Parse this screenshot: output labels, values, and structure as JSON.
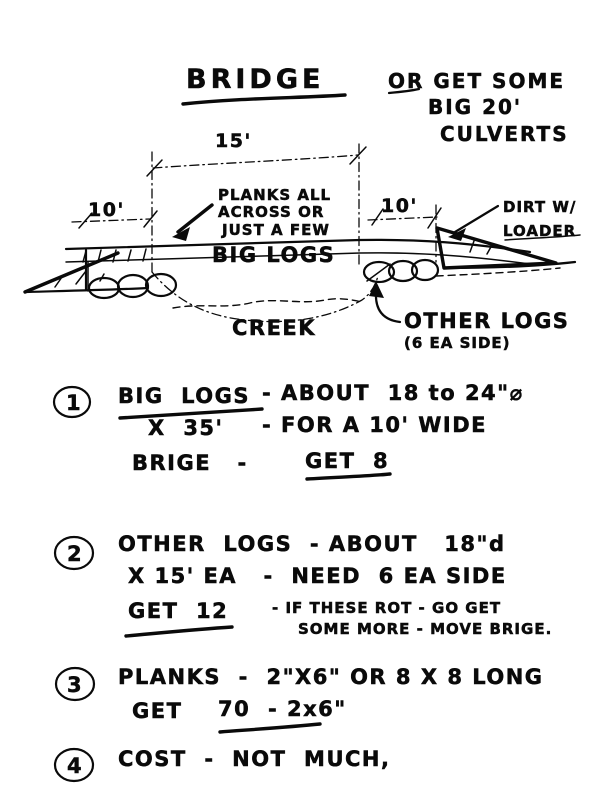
{
  "sheet": {
    "kind": "hand-drawn-plan",
    "ink_color": "#0a0a0a",
    "paper_color": "#ffffff"
  },
  "header": {
    "title": "BRIDGE",
    "alt_note_line1": "OR GET SOME",
    "alt_note_line2": "BIG 20'",
    "alt_note_line3": "CULVERTS"
  },
  "diagram": {
    "dimensions": {
      "span_top": "15'",
      "left_depth": "10'",
      "right_depth": "10'"
    },
    "labels": {
      "planks_line1": "PLANKS ALL",
      "planks_line2": "ACROSS OR",
      "planks_line3": "JUST A FEW",
      "big_logs": "BIG LOGS",
      "creek": "CREEK",
      "dirt_line1": "DIRT W/",
      "dirt_line2": "LOADER",
      "other_logs_line1": "OTHER LOGS",
      "other_logs_line2": "(6 EA SIDE)"
    }
  },
  "notes": [
    {
      "number": "1",
      "lines": [
        "BIG LOGS - ABOUT 18 to 24\"⌀",
        "X 35' - FOR A 10' WIDE",
        "BRIGE - GET 8"
      ]
    },
    {
      "number": "2",
      "lines": [
        "OTHER LOGS - ABOUT 18\"d",
        "X 15' EA - NEED 6 EA SIDE",
        "GET 12 - IF THESE ROT - GO GET",
        "SOME MORE - MOVE BRIGE."
      ]
    },
    {
      "number": "3",
      "lines": [
        "PLANKS - 2\"X6\" OR 8 X 8 LONG",
        "GET 70 - 2x6\""
      ]
    },
    {
      "number": "4",
      "lines": [
        "COST - NOT MUCH,"
      ]
    }
  ],
  "note_fragments": {
    "n1_big_logs": "BIG  LOGS",
    "n1_about": "- ABOUT  18 to 24\"⌀",
    "n1_x35": "X  35'",
    "n1_for": "- FOR A 10' WIDE",
    "n1_brige": "BRIGE   -",
    "n1_get8": "GET  8",
    "n2_other": "OTHER  LOGS  - ABOUT   18\"d",
    "n2_x15": "X 15' EA   -  NEED  6 EA SIDE",
    "n2_get12": "GET  12",
    "n2_rot": "- IF THESE ROT - GO GET",
    "n2_more": "SOME MORE - MOVE BRIGE.",
    "n3_planks": "PLANKS  -  2\"X6\" OR 8 X 8 LONG",
    "n3_get": "GET",
    "n3_70": "70",
    "n3_size": "- 2x6\"",
    "n4_cost": "COST  -  NOT  MUCH,"
  }
}
